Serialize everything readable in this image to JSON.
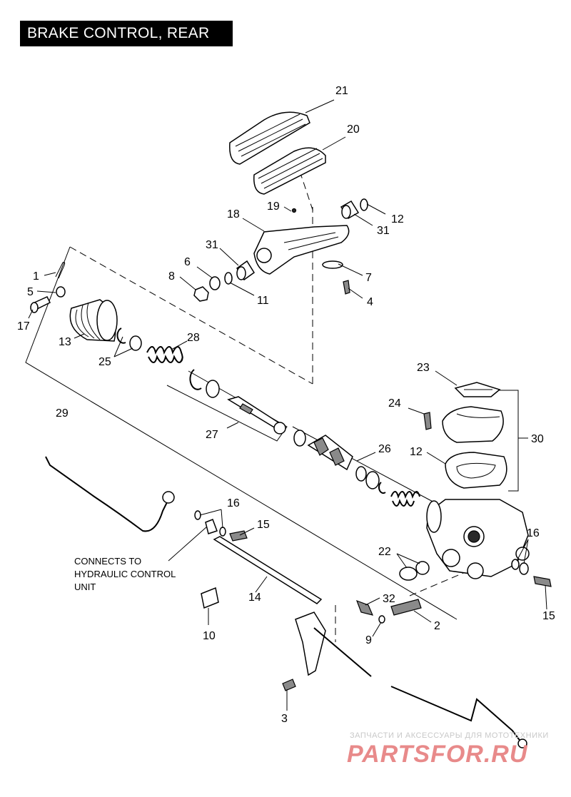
{
  "title": "BRAKE CONTROL, REAR",
  "callouts": [
    "1",
    "2",
    "3",
    "4",
    "5",
    "6",
    "7",
    "8",
    "9",
    "10",
    "11",
    "12",
    "13",
    "14",
    "15",
    "16",
    "17",
    "18",
    "19",
    "20",
    "21",
    "22",
    "23",
    "24",
    "25",
    "26",
    "27",
    "28",
    "29",
    "30",
    "31",
    "32"
  ],
  "note": {
    "line1": "CONNECTS TO",
    "line2": "HYDRAULIC CONTROL",
    "line3": "UNIT"
  },
  "watermark": {
    "small": "ЗАПЧАСТИ И АКСЕССУАРЫ ДЛЯ МОТОТЕХНИКИ",
    "brand": "PARTSFOR.RU"
  }
}
